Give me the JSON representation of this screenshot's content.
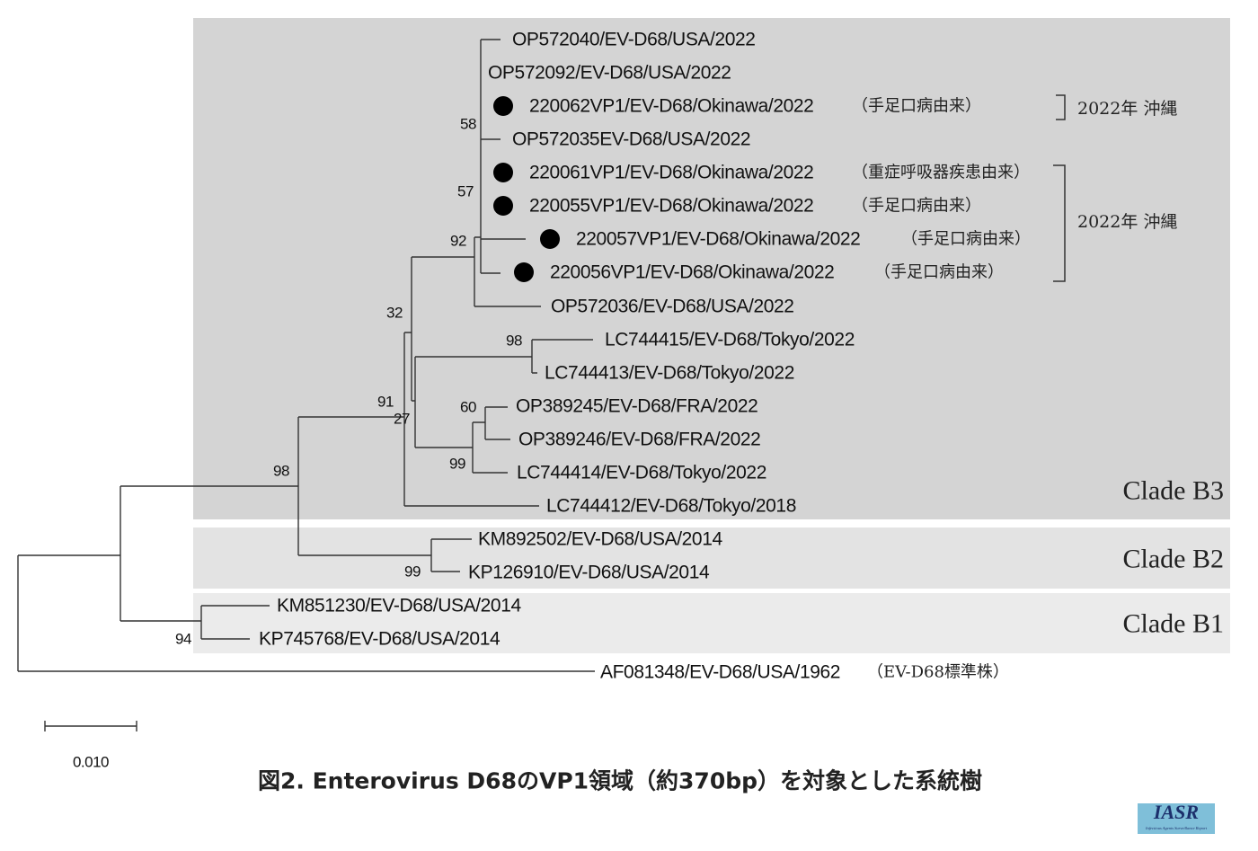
{
  "leaves": [
    {
      "label": "OP572040/EV-D68/USA/2022",
      "marker": false,
      "note": ""
    },
    {
      "label": "OP572092/EV-D68/USA/2022",
      "marker": false,
      "note": ""
    },
    {
      "label": "220062VP1/EV-D68/Okinawa/2022",
      "marker": true,
      "note": "（手足口病由来）"
    },
    {
      "label": "OP572035EV-D68/USA/2022",
      "marker": false,
      "note": ""
    },
    {
      "label": "220061VP1/EV-D68/Okinawa/2022",
      "marker": true,
      "note": "（重症呼吸器疾患由来）"
    },
    {
      "label": "220055VP1/EV-D68/Okinawa/2022",
      "marker": true,
      "note": "（手足口病由来）"
    },
    {
      "label": "220057VP1/EV-D68/Okinawa/2022",
      "marker": true,
      "note": "（手足口病由来）"
    },
    {
      "label": "220056VP1/EV-D68/Okinawa/2022",
      "marker": true,
      "note": "（手足口病由来）"
    },
    {
      "label": "OP572036/EV-D68/USA/2022",
      "marker": false,
      "note": ""
    },
    {
      "label": "LC744415/EV-D68/Tokyo/2022",
      "marker": false,
      "note": ""
    },
    {
      "label": "LC744413/EV-D68/Tokyo/2022",
      "marker": false,
      "note": ""
    },
    {
      "label": "OP389245/EV-D68/FRA/2022",
      "marker": false,
      "note": ""
    },
    {
      "label": "OP389246/EV-D68/FRA/2022",
      "marker": false,
      "note": ""
    },
    {
      "label": "LC744414/EV-D68/Tokyo/2022",
      "marker": false,
      "note": ""
    },
    {
      "label": "LC744412/EV-D68/Tokyo/2018",
      "marker": false,
      "note": ""
    },
    {
      "label": "KM892502/EV-D68/USA/2014",
      "marker": false,
      "note": ""
    },
    {
      "label": "KP126910/EV-D68/USA/2014",
      "marker": false,
      "note": ""
    },
    {
      "label": "KM851230/EV-D68/USA/2014",
      "marker": false,
      "note": ""
    },
    {
      "label": "KP745768/EV-D68/USA/2014",
      "marker": false,
      "note": ""
    },
    {
      "label": "AF081348/EV-D68/USA/1962",
      "marker": false,
      "note": "（EV-D68標準株）"
    }
  ],
  "bootstrap": [
    "58",
    "57",
    "92",
    "32",
    "98",
    "91",
    "27",
    "60",
    "99",
    "98",
    "99",
    "94"
  ],
  "groups": [
    {
      "label": "2022年 沖縄"
    },
    {
      "label": "2022年 沖縄"
    }
  ],
  "clades": [
    {
      "label": "Clade B3",
      "color": "#d4d4d4"
    },
    {
      "label": "Clade B2",
      "color": "#e3e3e3"
    },
    {
      "label": "Clade B1",
      "color": "#ebebeb"
    }
  ],
  "scale_bar": {
    "label": "0.010"
  },
  "caption": "図2. Enterovirus D68のVP1領域（約370bp）を対象とした系統樹",
  "logo": {
    "title": "IASR",
    "subtitle": "Infectious Agents Surveillance Report",
    "color": "#7fbfd9"
  }
}
